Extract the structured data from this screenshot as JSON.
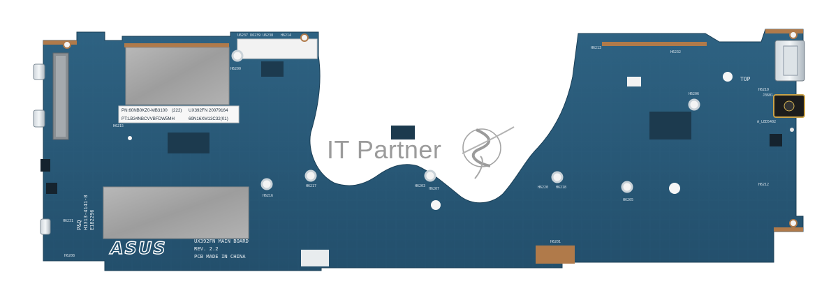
{
  "watermark": {
    "text": "IT Partner",
    "logo_icon": "swoosh-s-logo-icon"
  },
  "board": {
    "brand": "ASUS",
    "silkscreen": {
      "line1": "UX392FN MAIN BOARD",
      "line2": "REV. 2.2",
      "line3": "PCB MADE IN CHINA"
    },
    "vertical_code": {
      "line1": "P&Q",
      "line2": "H1313-4141-8",
      "line3": "E182296"
    },
    "top_marker": "TOP",
    "sticker": {
      "line1_left": "PN:60NB0KZ0-MB3100",
      "line1_mid": "(222)",
      "line1_right": "UX392FN  20079164",
      "line2_left": "PT:LB34NBCVVBFDW5MH",
      "line2_right": "69N16XM13C32(01)"
    },
    "ref_labels": [
      "U6237  U6239  U6238",
      "H6214",
      "H6200",
      "H6213",
      "H6232",
      "H6215",
      "H6216",
      "H6217",
      "H6203",
      "H6207",
      "H6220",
      "H6218",
      "H6205",
      "H6206",
      "H6210",
      "J3601",
      "A_LED5402",
      "H6212",
      "H6201",
      "H6208",
      "H6231"
    ],
    "colors": {
      "pcb": "#2a5a78",
      "pcb_dark": "#1f4a66",
      "gold": "#b07a4a",
      "shield": "#a9a9a9",
      "watermark": "#9b9b9b"
    }
  }
}
